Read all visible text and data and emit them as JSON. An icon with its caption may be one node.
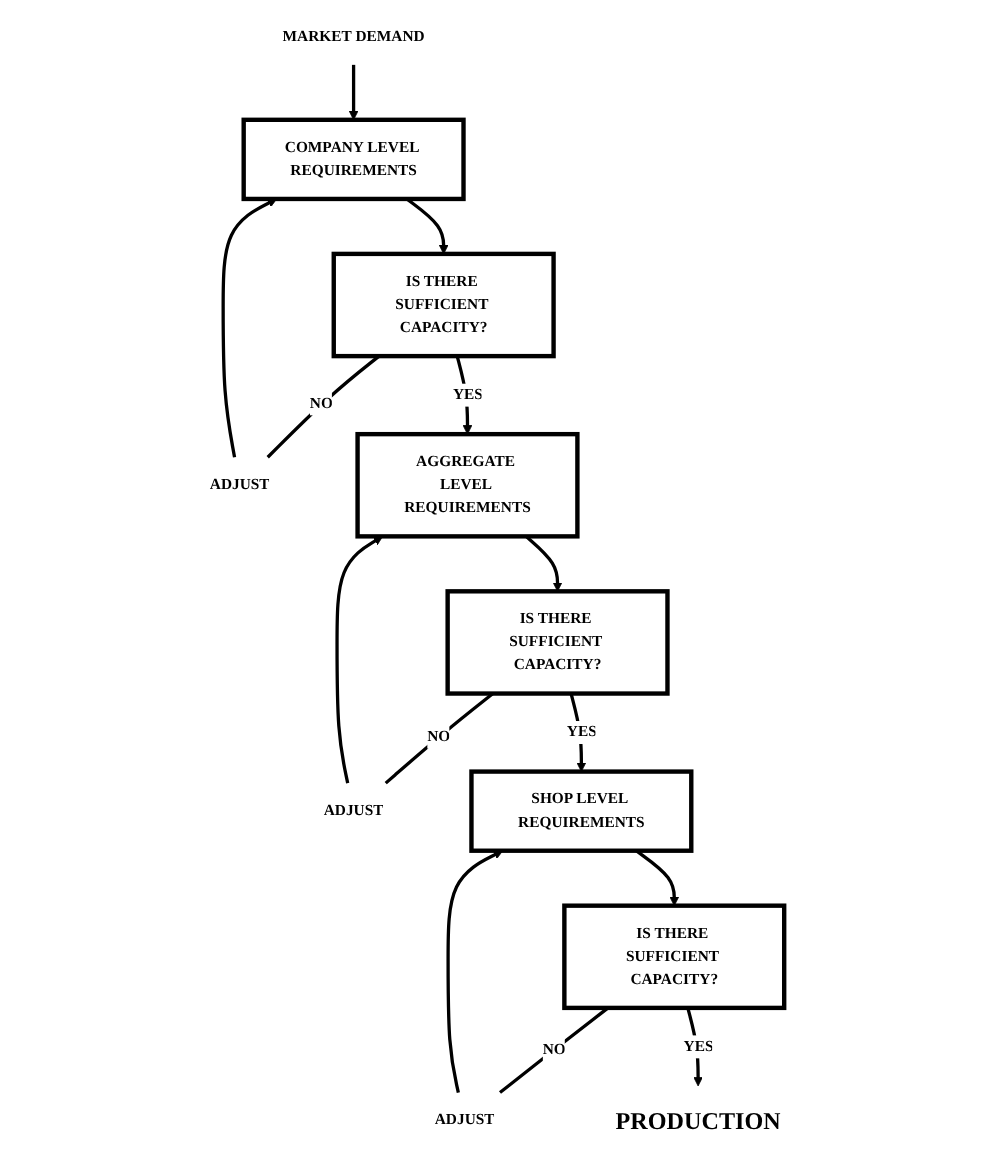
{
  "diagram": {
    "nodes": [
      {
        "text": [
          "MARKET DEMAND"
        ]
      },
      {
        "text": [
          "COMPANY LEVEL REQUIREMENTS"
        ]
      },
      {
        "text": [
          "IS THERE SUFFICIENT CAPACITY?"
        ]
      },
      {
        "text": [
          "ADJUST"
        ]
      },
      {
        "text": [
          "AGGREGATE LEVEL REQUIREMENTS"
        ]
      },
      {
        "text": [
          "IS THERE SUFFICIENT CAPACITY?"
        ]
      },
      {
        "text": [
          "ADJUST"
        ]
      },
      {
        "text": [
          "SHOP LEVEL REQUIREMENTS"
        ]
      },
      {
        "text": [
          "IS THERE SUFFICIENT CAPACITY?"
        ]
      },
      {
        "text": [
          "ADJUST"
        ]
      },
      {
        "text": [
          "PRODUCTION"
        ]
      }
    ],
    "edges": [
      {
        "from": 0,
        "to": 1,
        "arrow": "to"
      },
      {
        "from": 1,
        "to": 2,
        "arrow": "to"
      },
      {
        "from": 2,
        "to": 3,
        "arrow": "none",
        "label": "NO"
      },
      {
        "from": 3,
        "to": 1,
        "arrow": "to"
      },
      {
        "from": 2,
        "to": 4,
        "arrow": "to",
        "label": "YES"
      },
      {
        "from": 4,
        "to": 5,
        "arrow": "to"
      },
      {
        "from": 5,
        "to": 6,
        "arrow": "none",
        "label": "NO"
      },
      {
        "from": 6,
        "to": 4,
        "arrow": "to"
      },
      {
        "from": 5,
        "to": 7,
        "arrow": "to",
        "label": "YES"
      },
      {
        "from": 7,
        "to": 8,
        "arrow": "to"
      },
      {
        "from": 8,
        "to": 9,
        "arrow": "none",
        "label": "NO"
      },
      {
        "from": 9,
        "to": 7,
        "arrow": "to"
      },
      {
        "from": 8,
        "to": 10,
        "arrow": "to",
        "label": "YES"
      }
    ]
  }
}
